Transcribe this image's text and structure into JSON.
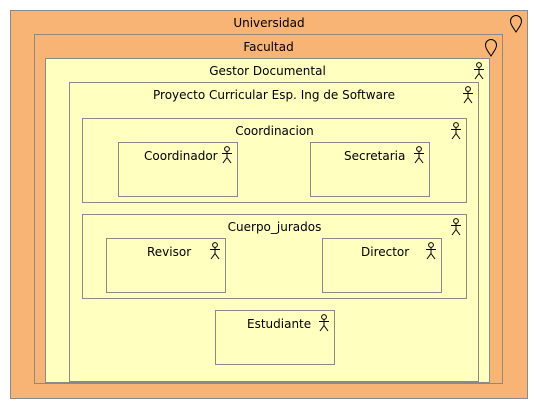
{
  "diagram": {
    "universidad": {
      "label": "Universidad",
      "icon": "location-pin-icon"
    },
    "facultad": {
      "label": "Facultad",
      "icon": "location-pin-icon"
    },
    "gestor": {
      "label": "Gestor Documental",
      "icon": "actor-icon"
    },
    "proyecto": {
      "label": "Proyecto Curricular Esp. Ing de Software",
      "icon": "actor-icon"
    },
    "coordinacion": {
      "label": "Coordinacion",
      "icon": "actor-icon",
      "roles": [
        {
          "label": "Coordinador",
          "icon": "actor-icon"
        },
        {
          "label": "Secretaria",
          "icon": "actor-icon"
        }
      ]
    },
    "cuerpo_jurados": {
      "label": "Cuerpo_jurados",
      "icon": "actor-icon",
      "roles": [
        {
          "label": "Revisor",
          "icon": "actor-icon"
        },
        {
          "label": "Director",
          "icon": "actor-icon"
        }
      ]
    },
    "estudiante": {
      "label": "Estudiante",
      "icon": "actor-icon"
    }
  },
  "colors": {
    "outer_fill": "#f7b474",
    "inner_fill": "#ffffc0",
    "border": "#8a8a8a"
  }
}
